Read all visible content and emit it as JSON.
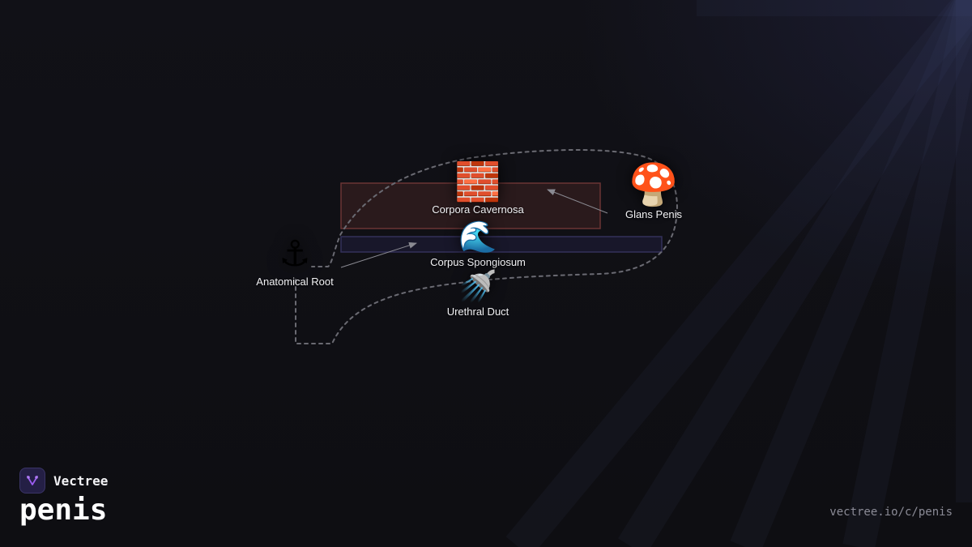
{
  "brand": {
    "name": "Vectree",
    "logo_icon": "vectree-fork-icon",
    "accent": "#9b5cf0"
  },
  "page": {
    "title": "penis",
    "url": "vectree.io/c/penis"
  },
  "diagram": {
    "nodes": [
      {
        "id": "root",
        "label": "Anatomical Root",
        "glyph": "⚓",
        "icon": "anchor-icon"
      },
      {
        "id": "cavernosa",
        "label": "Corpora Cavernosa",
        "glyph": "🧱",
        "icon": "brick-icon"
      },
      {
        "id": "spongiosum",
        "label": "Corpus Spongiosum",
        "glyph": "🌊",
        "icon": "wave-icon"
      },
      {
        "id": "urethra",
        "label": "Urethral Duct",
        "glyph": "🚿",
        "icon": "shower-icon"
      },
      {
        "id": "glans",
        "label": "Glans Penis",
        "glyph": "🍄",
        "icon": "mushroom-icon"
      }
    ],
    "colors": {
      "cavernosa_fill": "#2a1a1c",
      "cavernosa_stroke": "#6b3434",
      "spongiosum_fill": "#18172a",
      "spongiosum_stroke": "#33305a",
      "outline": "#6a6a72",
      "arrow": "#8a8a92"
    }
  }
}
